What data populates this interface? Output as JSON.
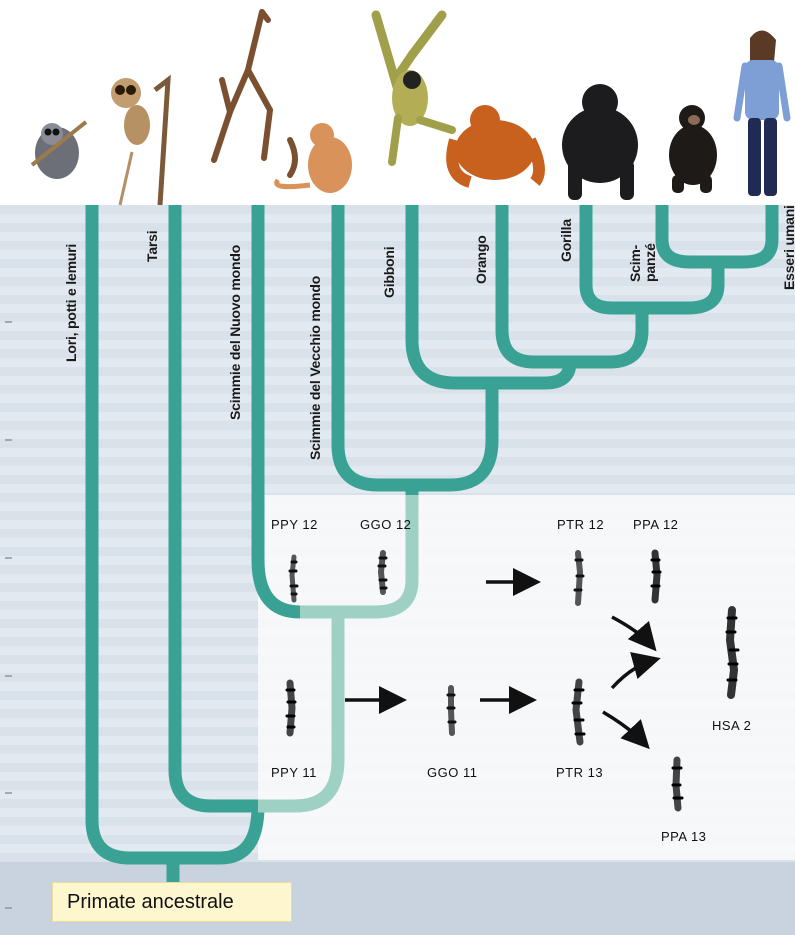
{
  "taxa": [
    {
      "id": "lori",
      "label": "Lori, potti e lemuri"
    },
    {
      "id": "tarsi",
      "label": "Tarsi"
    },
    {
      "id": "new-world",
      "label": "Scimmie del Nuovo mondo"
    },
    {
      "id": "old-world",
      "label": "Scimmie del Vecchio mondo"
    },
    {
      "id": "gibboni",
      "label": "Gibboni"
    },
    {
      "id": "orango",
      "label": "Orango"
    },
    {
      "id": "gorilla",
      "label": "Gorilla"
    },
    {
      "id": "scimpanze",
      "label": "Scim-\npanzé"
    },
    {
      "id": "umani",
      "label": "Esseri umani"
    }
  ],
  "root_label": "Primate ancestrale",
  "chromosomes": [
    {
      "id": "ppy12",
      "label": "PPY 12"
    },
    {
      "id": "ggo12",
      "label": "GGO 12"
    },
    {
      "id": "ptr12",
      "label": "PTR 12"
    },
    {
      "id": "ppa12",
      "label": "PPA 12"
    },
    {
      "id": "ppy11",
      "label": "PPY 11"
    },
    {
      "id": "ggo11",
      "label": "GGO 11"
    },
    {
      "id": "ptr13",
      "label": "PTR 13"
    },
    {
      "id": "hsa2",
      "label": "HSA 2"
    },
    {
      "id": "ppa13",
      "label": "PPA 13"
    }
  ],
  "colors": {
    "branch": "#3aa294",
    "branch_light": "#9fd0c4",
    "arrow": "#111111",
    "root_box": "#fdf6cf"
  },
  "icons": [
    "loris-icon",
    "tarsier-icon",
    "spider-monkey-icon",
    "macaque-icon",
    "gibbon-icon",
    "orangutan-icon",
    "gorilla-icon",
    "chimpanzee-icon",
    "human-icon"
  ]
}
